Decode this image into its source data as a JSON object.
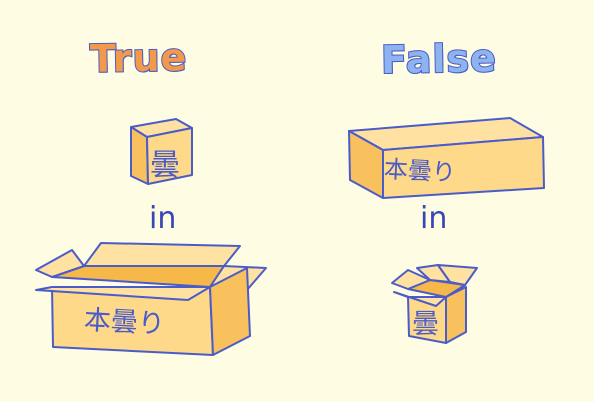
{
  "headings": {
    "true_label": "True",
    "false_label": "False"
  },
  "connectors": {
    "left": "in",
    "right": "in"
  },
  "boxes": {
    "small_closed_label": "曇",
    "long_closed_label": "本曇り",
    "long_open_label": "本曇り",
    "small_open_label": "曇"
  },
  "colors": {
    "background": "#FEFCE2",
    "box_face": "#FFD98A",
    "box_side": "#F9C05E",
    "box_inside": "#F7B84A",
    "outline": "#4A5CC8",
    "true_heading": "#F39A4A",
    "false_heading": "#8DB4EE"
  }
}
